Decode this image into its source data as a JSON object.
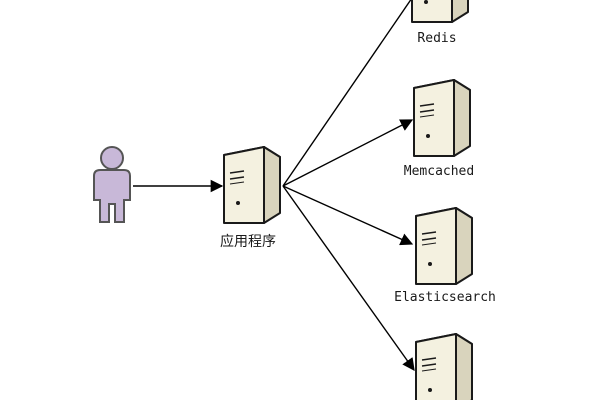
{
  "diagram": {
    "user": {
      "icon": "user-icon"
    },
    "app": {
      "label": "应用程序",
      "icon": "server-icon"
    },
    "services": [
      {
        "label": "Redis",
        "icon": "server-icon"
      },
      {
        "label": "Memcached",
        "icon": "server-icon"
      },
      {
        "label": "Elasticsearch",
        "icon": "server-icon"
      },
      {
        "label": "",
        "icon": "server-icon"
      }
    ]
  },
  "colors": {
    "person_fill": "#c8b8d8",
    "person_stroke": "#555555",
    "server_front": "#f4f1e0",
    "server_side": "#d9d4bd",
    "server_top": "#fbf9ee",
    "server_stroke": "#1a1a1a",
    "edge": "#000000"
  }
}
